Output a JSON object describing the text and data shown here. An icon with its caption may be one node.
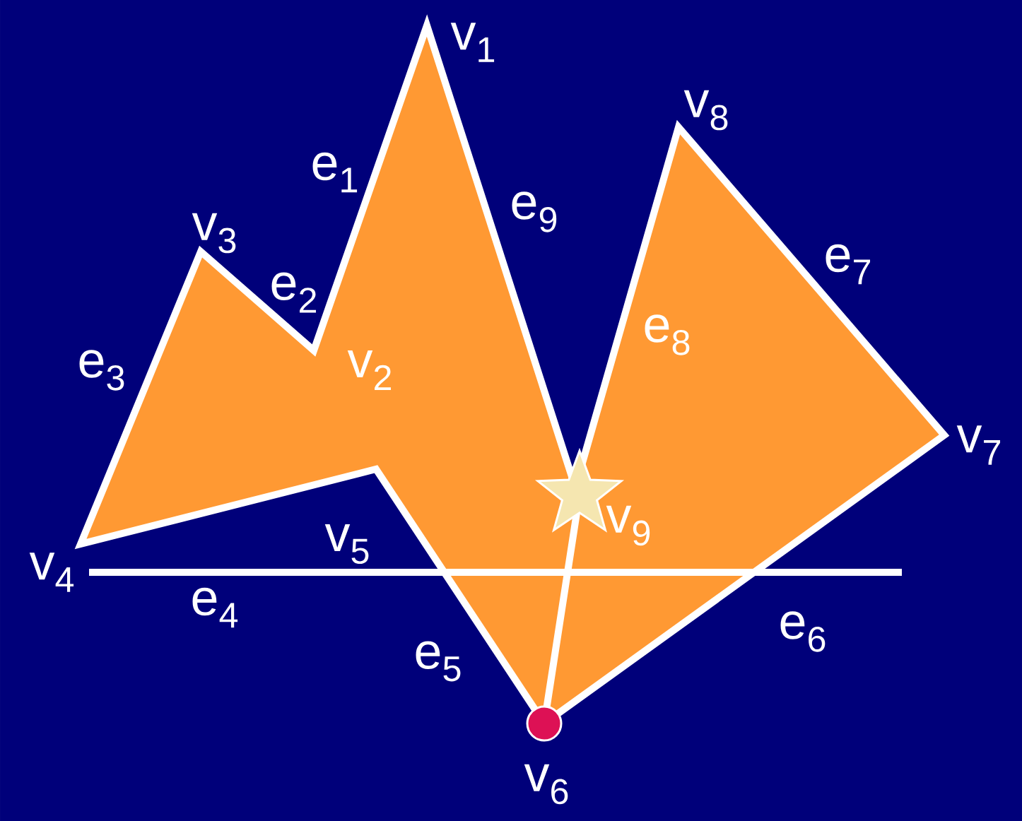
{
  "diagram": {
    "labels": [
      "v$_{1}$",
      "v$_{8}$",
      "e$_{1}$",
      "e$_{9}$",
      "v$_{3}$",
      "e$_{7}$",
      "e$_{2}$",
      "e$_{8}$",
      "e$_{3}$",
      "v$_{2}$",
      "v$_{7}$",
      "v$_{9}$",
      "v$_{5}$",
      "v$_{4}$",
      "e$_{4}$",
      "e$_{6}$",
      "e$_{5}$",
      "v$_{6}$"
    ]
  }
}
